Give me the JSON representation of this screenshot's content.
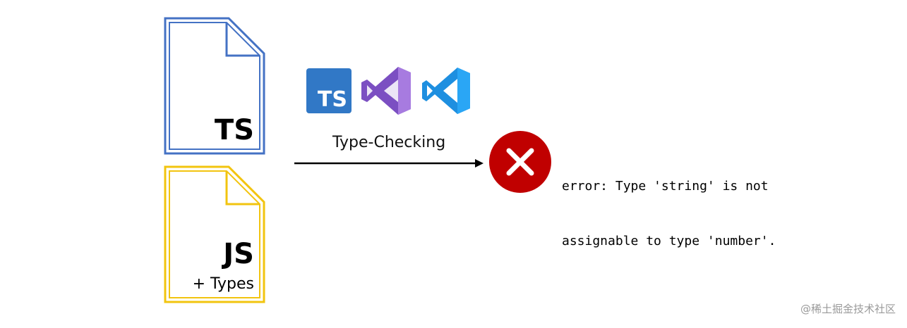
{
  "files": {
    "ts": {
      "label": "TS",
      "color": "#4472C4"
    },
    "js": {
      "label": "JS",
      "sublabel": "+ Types",
      "color": "#F2C40F"
    }
  },
  "tools": {
    "icons": [
      "typescript-icon",
      "visual-studio-icon",
      "vscode-icon"
    ],
    "ts_badge_text": "TS",
    "colors": {
      "typescript": "#3178C6",
      "visual_studio": "#7B4FC2",
      "vscode": "#1E8FE0"
    }
  },
  "arrow": {
    "label": "Type-Checking"
  },
  "error": {
    "icon": "error-x-icon",
    "color": "#C00000",
    "lines": [
      "error: Type 'string' is not",
      "assignable to type 'number'."
    ]
  },
  "watermark": "@稀土掘金技术社区"
}
